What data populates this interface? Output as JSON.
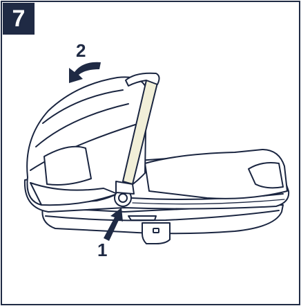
{
  "step": {
    "number": "7"
  },
  "callouts": [
    {
      "label": "1"
    },
    {
      "label": "2"
    }
  ],
  "colors": {
    "frame": "#1f2a44",
    "badge": "#1f2a44",
    "line": "#1a2540",
    "fill": "#ffffff",
    "handle": "#f1efd8"
  },
  "icons": {
    "arrow": "curved-arrow-icon"
  }
}
